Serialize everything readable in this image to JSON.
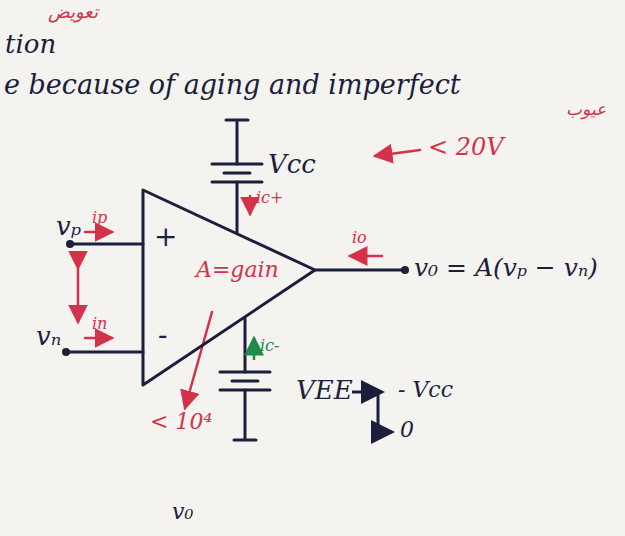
{
  "diagram": {
    "nodes": [
      {
        "text": [
          "+",
          "A=gain",
          "-"
        ]
      }
    ],
    "labels": [
      "تعويض",
      "tion",
      "e because of aging and imperfect",
      "عيوب",
      "Vcc",
      "< 20V",
      "ic+",
      "ip",
      "vₚ",
      "in",
      "vₙ",
      "io",
      "v₀ = A(vₚ − vₙ)",
      "ic-",
      "VEE",
      "- Vcc",
      "0",
      "< 10⁴",
      "v₀"
    ]
  }
}
